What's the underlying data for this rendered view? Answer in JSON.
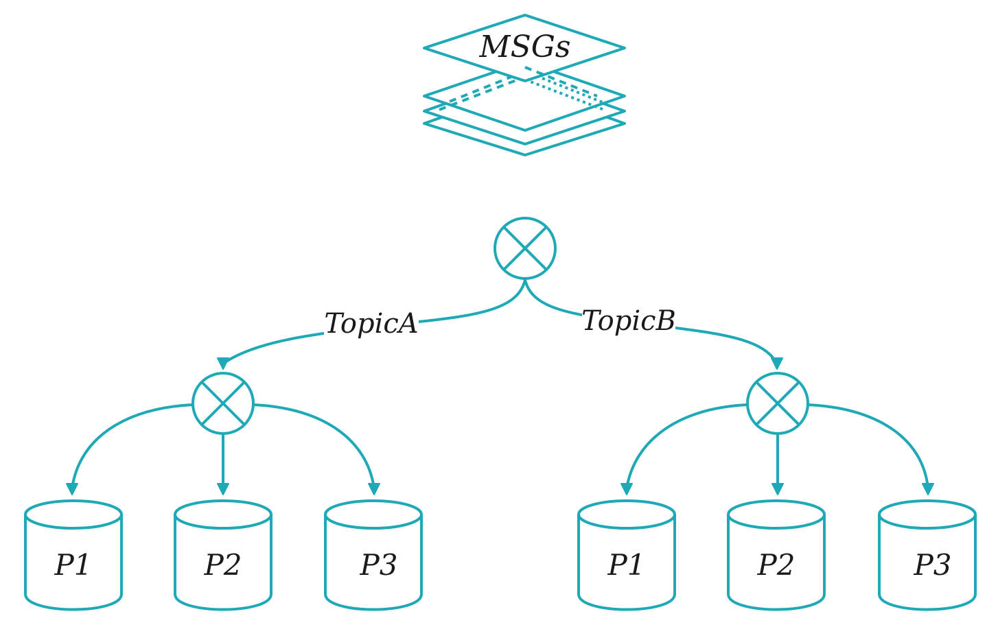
{
  "colors": {
    "accent": "#1fa9b6",
    "text": "#1a1a1a",
    "background": "#ffffff"
  },
  "messages": {
    "label": "MSGs",
    "icon": "stacked-layers-icon"
  },
  "exchange": {
    "icon": "exchange-cross-circle-icon"
  },
  "topics": [
    {
      "label": "TopicA",
      "icon": "exchange-cross-circle-icon",
      "partitions": [
        {
          "label": "P1",
          "icon": "cylinder-icon"
        },
        {
          "label": "P2",
          "icon": "cylinder-icon"
        },
        {
          "label": "P3",
          "icon": "cylinder-icon"
        }
      ]
    },
    {
      "label": "TopicB",
      "icon": "exchange-cross-circle-icon",
      "partitions": [
        {
          "label": "P1",
          "icon": "cylinder-icon"
        },
        {
          "label": "P2",
          "icon": "cylinder-icon"
        },
        {
          "label": "P3",
          "icon": "cylinder-icon"
        }
      ]
    }
  ]
}
